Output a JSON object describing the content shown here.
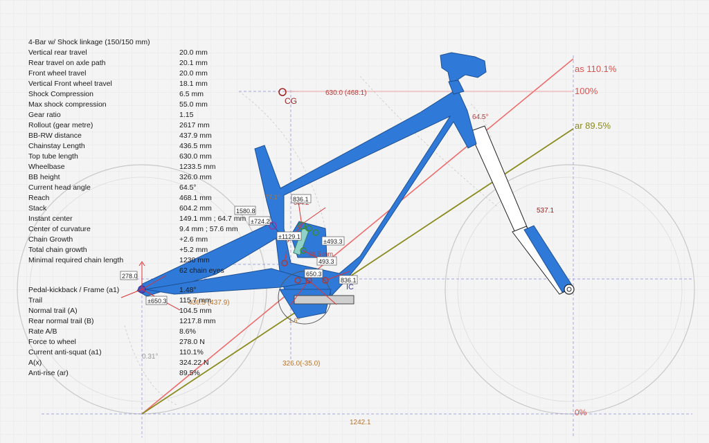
{
  "title": "4-Bar w/ Shock linkage (150/150 mm)",
  "params_a": [
    {
      "label": "Vertical rear travel",
      "value": "20.0 mm"
    },
    {
      "label": "Rear travel on axle path",
      "value": "20.1 mm"
    },
    {
      "label": "Front wheel travel",
      "value": "20.0 mm"
    },
    {
      "label": "Vertical Front wheel travel",
      "value": "18.1 mm"
    },
    {
      "label": "Shock Compression",
      "value": "6.5 mm"
    },
    {
      "label": "Max shock compression",
      "value": "55.0 mm"
    },
    {
      "label": "Gear ratio",
      "value": "1.15"
    },
    {
      "label": "Rollout (gear metre)",
      "value": "2617 mm"
    },
    {
      "label": "BB-RW distance",
      "value": "437.9 mm"
    },
    {
      "label": "Chainstay Length",
      "value": "436.5 mm"
    },
    {
      "label": "Top tube length",
      "value": "630.0 mm"
    },
    {
      "label": "Wheelbase",
      "value": "1233.5 mm"
    },
    {
      "label": "BB height",
      "value": "326.0 mm"
    },
    {
      "label": "Current head angle",
      "value": "64.5°"
    },
    {
      "label": "Reach",
      "value": "468.1 mm"
    },
    {
      "label": "Stack",
      "value": "604.2 mm"
    },
    {
      "label": "Instant center",
      "value": "149.1 mm ; 64.7 mm"
    },
    {
      "label": "Center of curvature",
      "value": "9.4 mm ; 57.6 mm"
    },
    {
      "label": "Chain Growth",
      "value": "+2.6 mm"
    },
    {
      "label": "Total chain growth",
      "value": "+5.2 mm"
    },
    {
      "label": "Minimal required chain length",
      "value": "1230 mm"
    },
    {
      "label": "",
      "value": "62 chain eyes"
    }
  ],
  "params_b": [
    {
      "label": "Pedal-kickback / Frame (a1)",
      "value": "1.48°"
    },
    {
      "label": "Trail",
      "value": "115.7 mm"
    },
    {
      "label": "Normal trail (A)",
      "value": "104.5 mm"
    },
    {
      "label": "Rear normal trail (B)",
      "value": "1217.8 mm"
    },
    {
      "label": "Rate A/B",
      "value": "8.6%"
    },
    {
      "label": "Force to wheel",
      "value": "278.0 N"
    },
    {
      "label": "Current anti-squat (a1)",
      "value": "110.1%"
    },
    {
      "label": "A(x)",
      "value": "324.22 N"
    },
    {
      "label": "Anti-rise (ar)",
      "value": "89.5%"
    }
  ],
  "diagram": {
    "as_label": "as 110.1%",
    "pct100_label": "100%",
    "ar_label": "ar 89.5%",
    "pct0_label": "0%",
    "cg_label": "CG",
    "top_dim": "630.0 (468.1)",
    "wheelbase_dim": "1242.1",
    "bb_height_dim": "326.0(-35.0)",
    "fork_len": "537.1",
    "head_angle": "64.5°",
    "chainstay_dim": "436.5 (437.9)",
    "rear_angle": "0.31°",
    "bb_angle": "1.6°",
    "seat_angle": "77.1°",
    "stack_dim": "604.2",
    "ic_label": "IC",
    "boxes": {
      "b1580": "1580.8",
      "b724": "±724.2",
      "b1129": "±1129.1",
      "b836a": "836.1",
      "b493a": "±493.3",
      "b493b": "493.3",
      "b650a": "650.3",
      "b836b": "836.1",
      "b278": "278.0",
      "b650b": "±650.3",
      "b365": "36.5 mm"
    }
  },
  "colors": {
    "frame": "#2f7ad8",
    "as_line": "#ef6b6b",
    "ar_line": "#8a8a1e",
    "dim_red": "#b43c3c",
    "dim_brown": "#b8732a"
  }
}
